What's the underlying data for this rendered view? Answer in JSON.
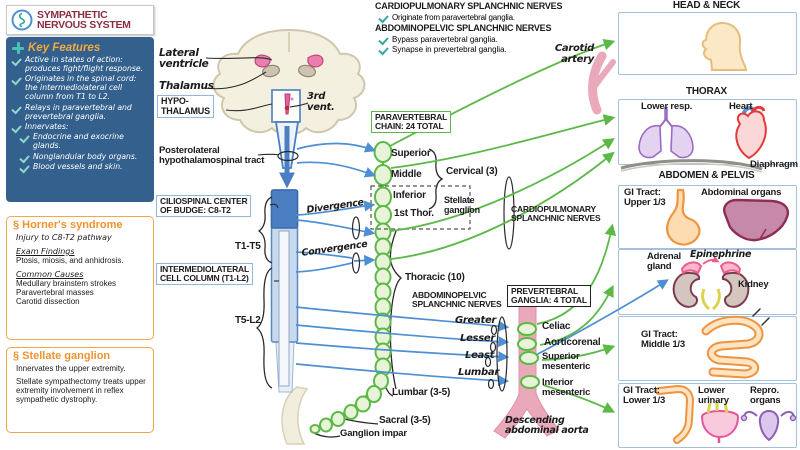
{
  "title_card": {
    "line1": "SYMPATHETIC",
    "line2": "NERVOUS SYSTEM"
  },
  "icons": {
    "section_mark": "§"
  },
  "key_features": {
    "heading": "Key Features",
    "item1": "Active in states of action: produces fight/flight response.",
    "item2": "Originates in the spinal cord: the intermediolateral cell column from T1 to L2.",
    "item3": "Relays in paravertebral and prevertebral ganglia.",
    "item4": "Innervates:",
    "sub1": "Endocrine and exocrine glands.",
    "sub2": "Nonglandular body organs.",
    "sub3": "Blood vessels and skin."
  },
  "horners": {
    "heading": "Horner's syndrome",
    "intro": "Injury to C8-T2 pathway",
    "findings_label": "Exam Findings",
    "findings": "Ptosis, miosis, and anhidrosis.",
    "causes_label": "Common Causes",
    "cause1": "Medullary brainstem strokes",
    "cause2": "Paravertebral masses",
    "cause3": "Carotid dissection"
  },
  "stellate_note": {
    "heading": "Stellate ganglion",
    "line1": "Innervates the upper extremity.",
    "line2": "Stellate sympathectomy treats upper extremity involvement in reflex sympathetic dystrophy."
  },
  "notes": {
    "cardio_title": "CARDIOPULMONARY SPLANCHNIC NERVES",
    "cardio_point": "Originate from paravertebral ganglia.",
    "abdo_title": "ABDOMINOPELVIC SPLANCHNIC NERVES",
    "abdo_point1": "Bypass paravertebral ganglia.",
    "abdo_point2": "Synapse in prevertebral ganglia."
  },
  "cns": {
    "lateral_ventricle": "Lateral\nventricle",
    "thalamus": "Thalamus",
    "hypothalamus": "HYPO-\nTHALAMUS",
    "third_vent": "3rd\nvent.",
    "tract": "Posterolateral\nhypothalamospinal tract",
    "ciliospinal": "CILIOSPINAL CENTER\nOF BUDGE: C8-T2",
    "t1t5": "T1-T5",
    "iml": "INTERMEDIOLATERAL\nCELL COLUMN (T1-L2)",
    "t5l2": "T5-L2",
    "divergence": "Divergence",
    "convergence": "Convergence"
  },
  "chain": {
    "box": "PARAVERTEBRAL\nCHAIN: 24 TOTAL",
    "superior": "Superior",
    "middle": "Middle",
    "inferior": "Inferior",
    "first_thor": "1st Thor.",
    "cervical": "Cervical (3)",
    "stellate": "Stellate\nganglion",
    "thoracic": "Thoracic (10)",
    "cardio_nerves": "CARDIOPULMONARY\nSPLANCHNIC NERVES",
    "abdo_nerves": "ABDOMINOPELVIC\nSPLANCHNIC NERVES",
    "greater": "Greater",
    "lesser": "Lesser",
    "least": "Least",
    "lumbar_nerve": "Lumbar",
    "lumbar": "Lumbar (3-5)",
    "sacral": "Sacral (3-5)",
    "impar": "Ganglion impar"
  },
  "prevertebral": {
    "box": "PREVERTEBRAL\nGANGLIA: 4 TOTAL",
    "celiac": "Celiac",
    "aorticorenal": "Aorticorenal",
    "sup_mes": "Superior\nmesenteric",
    "inf_mes": "Inferior\nmesenteric",
    "aorta": "Descending\nabdominal aorta",
    "carotid": "Carotid\nartery"
  },
  "organs": {
    "head_neck": "HEAD & NECK",
    "thorax": "THORAX",
    "lower_resp": "Lower resp.",
    "heart": "Heart",
    "diaphragm": "Diaphragm",
    "abdomen_pelvis": "ABDOMEN & PELVIS",
    "gi_upper": "GI Tract:\nUpper 1/3",
    "abdominal_organs": "Abdominal organs",
    "adrenal": "Adrenal\ngland",
    "epinephrine": "Epinephrine",
    "kidney": "Kidney",
    "gi_middle": "GI Tract:\nMiddle 1/3",
    "gi_lower": "GI Tract:\nLower 1/3",
    "lower_urinary": "Lower\nurinary",
    "repro": "Repro.\norgans"
  }
}
